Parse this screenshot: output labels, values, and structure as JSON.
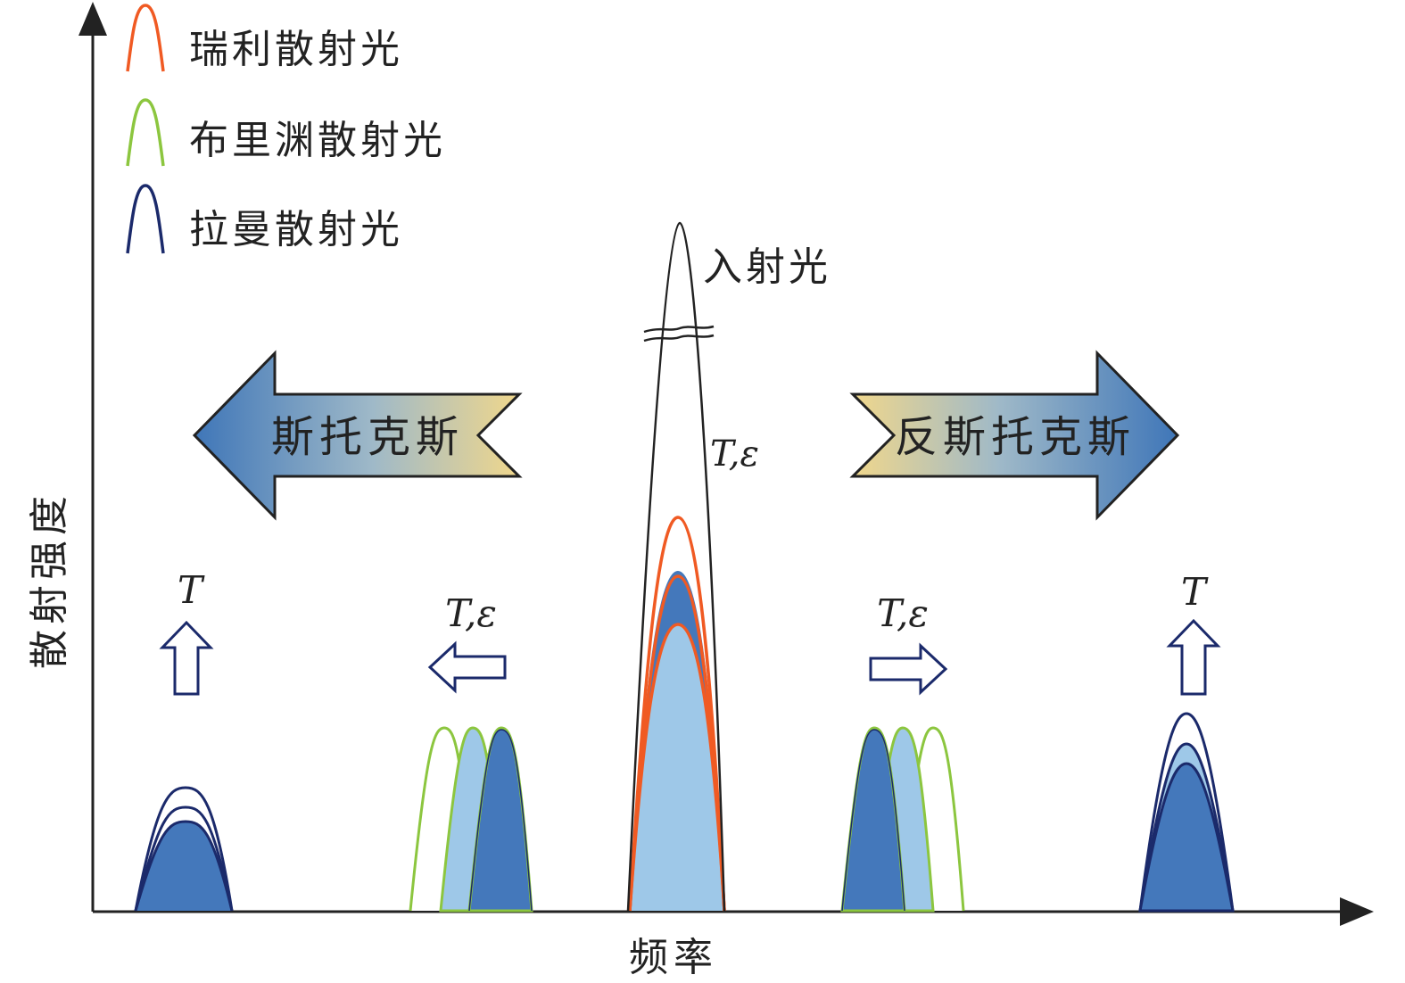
{
  "axes": {
    "x_label": "频率",
    "y_label": "散射强度"
  },
  "legend": [
    {
      "label": "瑞利散射光",
      "color": "#f05a23"
    },
    {
      "label": "布里渊散射光",
      "color": "#8cc63f"
    },
    {
      "label": "拉曼散射光",
      "color": "#1b2a6b"
    }
  ],
  "incident": {
    "label": "入射光",
    "param_label": "T,ε"
  },
  "stokes": {
    "label": "斯托克斯"
  },
  "anti_stokes": {
    "label": "反斯托克斯"
  },
  "shift_labels": {
    "raman_left": "T",
    "brillouin_left": "T,ε",
    "brillouin_right": "T,ε",
    "raman_right": "T"
  },
  "colors": {
    "light_fill": "#9ec8e8",
    "dark_fill": "#4478bb",
    "axis": "#222222",
    "arrow_gradient_blue": "#3f76b8",
    "arrow_gradient_sand": "#f0d78c"
  }
}
